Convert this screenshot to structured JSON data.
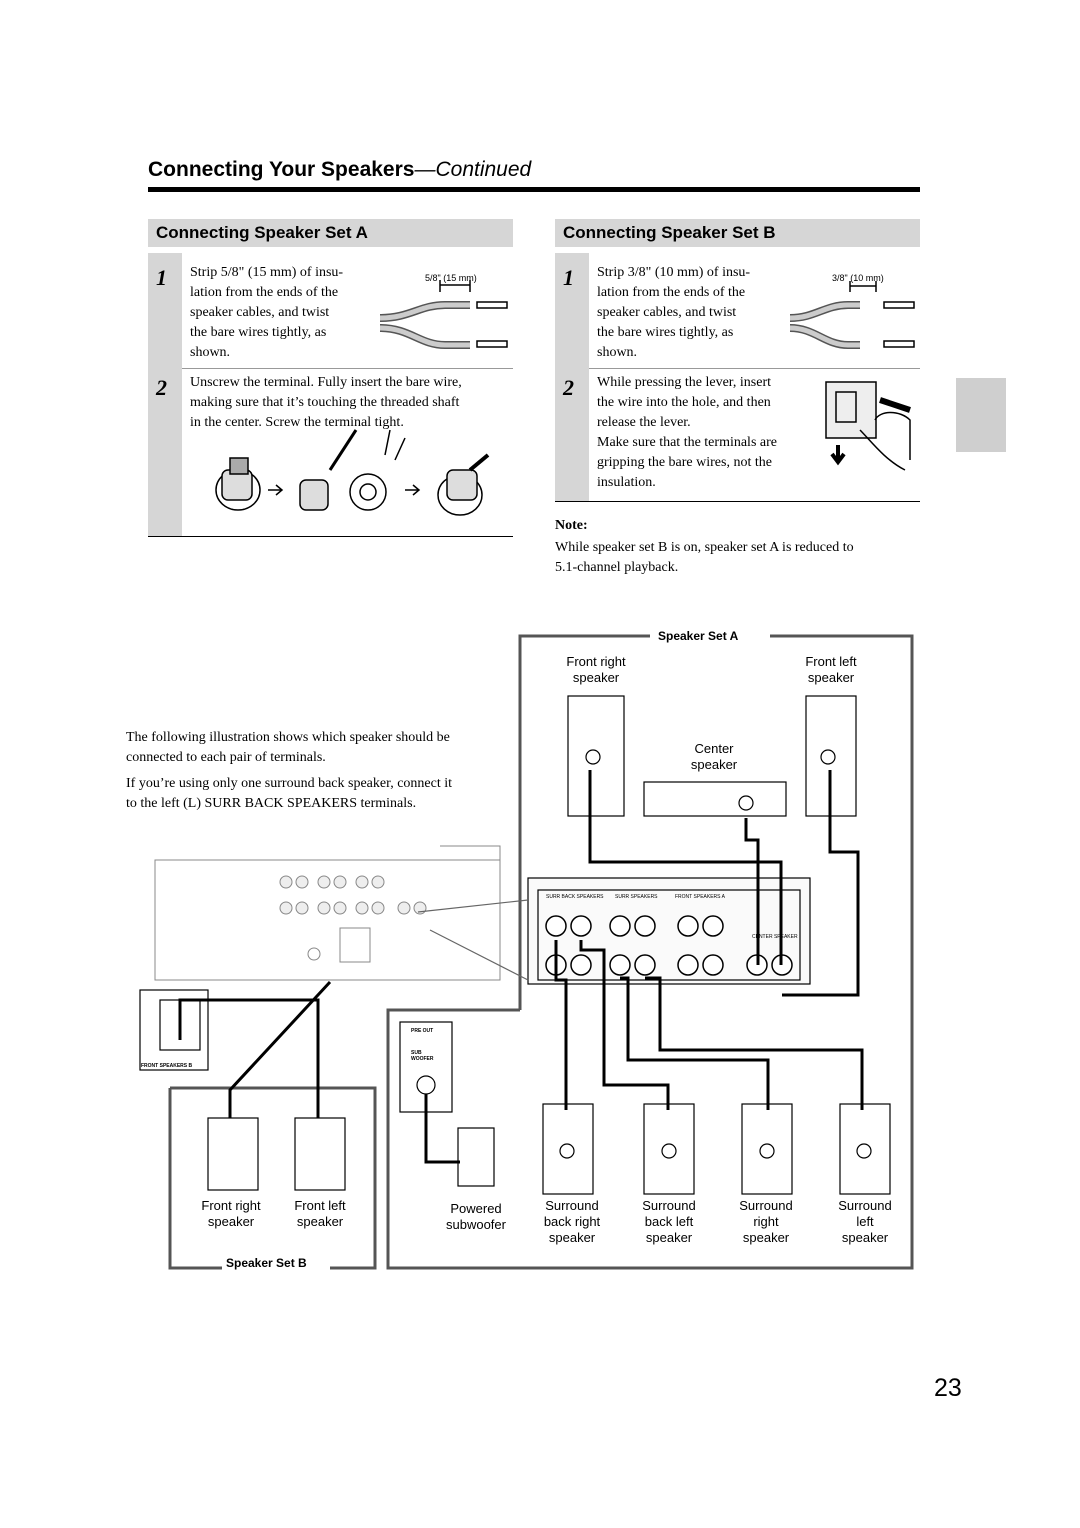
{
  "header": {
    "title": "Connecting Your Speakers",
    "continued": "—Continued"
  },
  "set_a": {
    "title": "Connecting Speaker Set A",
    "step1_num": "1",
    "step1_lines": [
      "Strip 5/8\" (15 mm) of insu-",
      "lation from the ends of the",
      "speaker cables, and twist",
      "the bare wires tightly, as",
      "shown."
    ],
    "step1_dim": "5/8\" (15 mm)",
    "step2_num": "2",
    "step2_lines": [
      "Unscrew the terminal. Fully insert the bare wire,",
      "making sure that it’s touching the threaded shaft",
      "in the center. Screw the terminal tight."
    ]
  },
  "set_b": {
    "title": "Connecting Speaker Set B",
    "step1_num": "1",
    "step1_lines": [
      "Strip 3/8\" (10 mm) of insu-",
      "lation from the ends of the",
      "speaker cables, and twist",
      "the bare wires tightly, as",
      "shown."
    ],
    "step1_dim": "3/8\" (10 mm)",
    "step2_num": "2",
    "step2_lines": [
      "While pressing the lever, insert",
      "the wire into the hole, and then",
      "release the lever.",
      "Make sure that the terminals are",
      "gripping the bare wires, not the",
      "insulation."
    ]
  },
  "note": {
    "heading": "Note:",
    "lines": [
      "While speaker set B is on, speaker set A is reduced to",
      "5.1-channel playback."
    ]
  },
  "illustration_text": {
    "p1_lines": [
      "The following illustration shows which speaker should be",
      "connected to each pair of terminals."
    ],
    "p2_lines": [
      "If you’re using only one surround back speaker, connect it",
      "to the left (L) SURR BACK SPEAKERS terminals."
    ]
  },
  "diagram": {
    "set_a_label": "Speaker Set A",
    "set_b_label": "Speaker Set B",
    "front_right_a": [
      "Front right",
      "speaker"
    ],
    "front_left_a": [
      "Front left",
      "speaker"
    ],
    "center": [
      "Center",
      "speaker"
    ],
    "front_right_b": [
      "Front right",
      "speaker"
    ],
    "front_left_b": [
      "Front left",
      "speaker"
    ],
    "subwoofer": [
      "Powered",
      "subwoofer"
    ],
    "surround_back_right": [
      "Surround",
      "back right",
      "speaker"
    ],
    "surround_back_left": [
      "Surround",
      "back left",
      "speaker"
    ],
    "surround_right": [
      "Surround",
      "right",
      "speaker"
    ],
    "surround_left": [
      "Surround",
      "left",
      "speaker"
    ],
    "panel_labels": {
      "surr_back": "SURR BACK SPEAKERS",
      "surr": "SURR SPEAKERS",
      "front_a": "FRONT SPEAKERS A",
      "center": "CENTER SPEAKER",
      "pre_out": "PRE OUT",
      "sub_woofer": "SUB WOOFER",
      "front_b": "FRONT SPEAKERS B"
    }
  },
  "page_number": "23"
}
